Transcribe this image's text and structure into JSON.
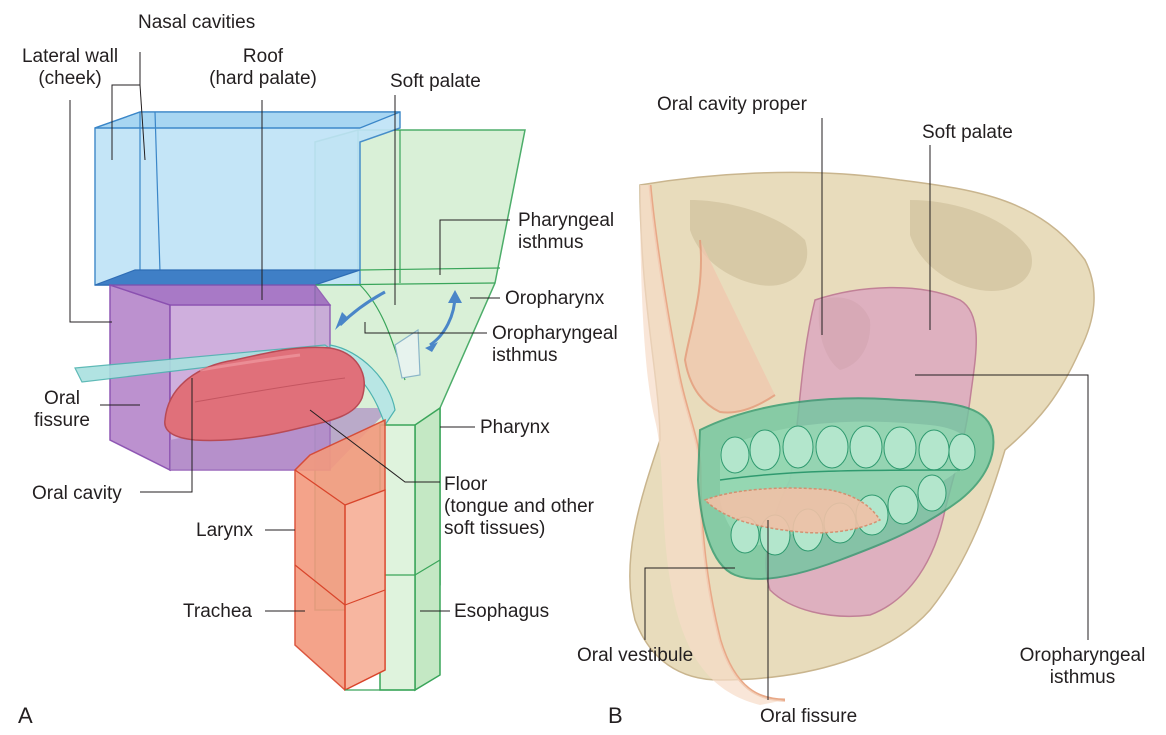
{
  "panel_a": {
    "letter": "A",
    "labels": {
      "nasal_cavities": "Nasal cavities",
      "lateral_wall_1": "Lateral wall",
      "lateral_wall_2": "(cheek)",
      "roof_1": "Roof",
      "roof_2": "(hard palate)",
      "soft_palate": "Soft palate",
      "pharyngeal_isthmus_1": "Pharyngeal",
      "pharyngeal_isthmus_2": "isthmus",
      "oropharynx": "Oropharynx",
      "oropharyngeal_isthmus_1": "Oropharyngeal",
      "oropharyngeal_isthmus_2": "isthmus",
      "oral_fissure_1": "Oral",
      "oral_fissure_2": "fissure",
      "pharynx": "Pharynx",
      "oral_cavity": "Oral cavity",
      "floor_1": "Floor",
      "floor_2": "(tongue and other",
      "floor_3": "soft tissues)",
      "larynx": "Larynx",
      "trachea": "Trachea",
      "esophagus": "Esophagus"
    }
  },
  "panel_b": {
    "letter": "B",
    "labels": {
      "oral_cavity_proper": "Oral cavity proper",
      "soft_palate": "Soft palate",
      "oral_vestibule": "Oral vestibule",
      "oral_fissure": "Oral fissure",
      "oropharyngeal_isthmus_1": "Oropharyngeal",
      "oropharyngeal_isthmus_2": "isthmus"
    }
  },
  "colors": {
    "nasal_blue": "#bfe3f7",
    "nasal_edge": "#3a86c8",
    "pharynx_green": "#cfeccf",
    "pharynx_edge": "#3aa55a",
    "oral_purple": "#b98ccd",
    "oral_edge": "#8a4fb0",
    "airway_red": "#f07a5a",
    "airway_edge": "#d9452b",
    "tongue": "#e0707a",
    "bone": "#e8dcbc",
    "teeth_green": "#6fc7a0",
    "leader": "#231f20"
  }
}
